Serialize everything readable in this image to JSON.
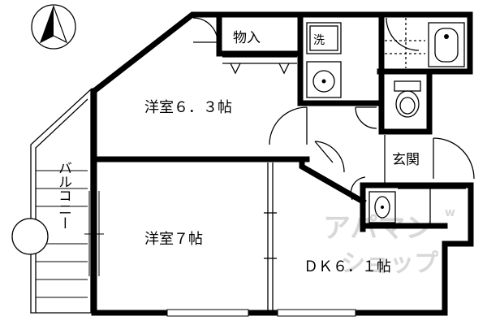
{
  "rooms": {
    "western_room_6_3": "洋室６．３帖",
    "western_room_7": "洋室７帖",
    "dk_6_1": "ＤＫ６．１帖",
    "storage": "物入",
    "entrance": "玄関",
    "balcony": "バルコニー",
    "washer_label": "洗"
  },
  "watermark": {
    "line1": "アパマン",
    "line2": "ショップ",
    "mark": "w"
  },
  "colors": {
    "walls": "#000000",
    "background": "#ffffff",
    "watermark": "#d8d8d8"
  }
}
